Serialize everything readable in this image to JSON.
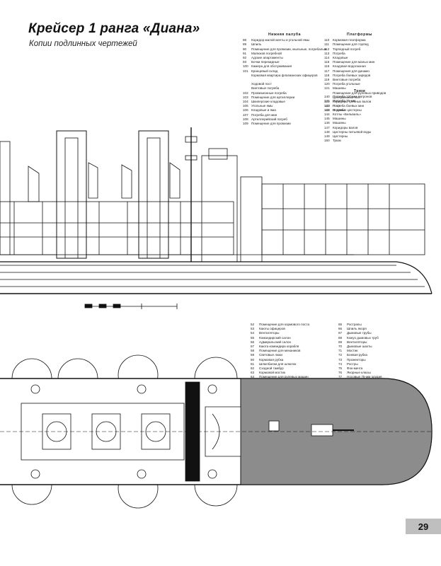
{
  "page": {
    "title": "Крейсер 1 ранга «Диана»",
    "subtitle": "Копии подлинных чертежей",
    "page_number": "29"
  },
  "legend_top_left": {
    "heading": "Нижняя палуба",
    "rows": [
      {
        "n": "88",
        "t": "Коридор малой мачты и угольной ямы"
      },
      {
        "n": "89",
        "t": "Шпиль"
      },
      {
        "n": "90",
        "t": "Помещение для провизии, мыльные, погребальные"
      },
      {
        "n": "91",
        "t": "Малюков погребной"
      },
      {
        "n": "92",
        "t": "Адские апартаменты"
      },
      {
        "n": "93",
        "t": "Бочки перекидные"
      },
      {
        "n": "100",
        "t": "Камера для обслуживания"
      },
      {
        "n": "101",
        "t": "Кранцевый склад"
      },
      {
        "n": "",
        "t": "Кормовая квартира флагманских офицеров"
      },
      {
        "n": "",
        "t": ""
      },
      {
        "n": "",
        "t": "Ходовой пост"
      },
      {
        "n": "",
        "t": "Винтовые погреба"
      },
      {
        "n": "102",
        "t": "Провизионные погреба"
      },
      {
        "n": "103",
        "t": "Помещение для артиллерии"
      },
      {
        "n": "104",
        "t": "Шкиперские кладовые"
      },
      {
        "n": "105",
        "t": "Угольные ямы"
      },
      {
        "n": "106",
        "t": "Кладовые и яма"
      },
      {
        "n": "107",
        "t": "Погреба для мин"
      },
      {
        "n": "108",
        "t": "Артиллерийский погреб"
      },
      {
        "n": "109",
        "t": "Помещение для провизии"
      }
    ]
  },
  "legend_top_right": {
    "heading": "Платформы",
    "rows": [
      {
        "n": "110",
        "t": "Кормовая платформа"
      },
      {
        "n": "111",
        "t": "Помещение для торпед"
      },
      {
        "n": "112",
        "t": "Торпедный погреб"
      },
      {
        "n": "113",
        "t": "Погреба"
      },
      {
        "n": "114",
        "t": "Кладовые"
      },
      {
        "n": "115",
        "t": "Помещение для малых мин"
      },
      {
        "n": "116",
        "t": "Кладовая водолазная"
      },
      {
        "n": "117",
        "t": "Помещения для динамо"
      },
      {
        "n": "118",
        "t": "Погреба боевых зарядов"
      },
      {
        "n": "119",
        "t": "Винтовые погреба"
      },
      {
        "n": "120",
        "t": "Погреба угольные"
      },
      {
        "n": "121",
        "t": "Машины"
      },
      {
        "n": "",
        "t": "Помещение для рулевых приводов"
      },
      {
        "n": "",
        "t": "Центральный пост"
      },
      {
        "n": "122",
        "t": "Коридоры гребных валов"
      },
      {
        "n": "123",
        "t": "Пост"
      },
      {
        "n": "124",
        "t": "Водяные цистерны"
      }
    ]
  },
  "legend_hold": {
    "heading": "Трюм",
    "rows": [
      {
        "n": "140",
        "t": "Погреба 120-мм патронов"
      },
      {
        "n": "141",
        "t": "Погреба 75-мм"
      },
      {
        "n": "142",
        "t": "Погреба боевых мин"
      },
      {
        "n": "143",
        "t": "Погреба"
      },
      {
        "n": "144",
        "t": "Котлы «Бельвиль»"
      },
      {
        "n": "145",
        "t": "Машины"
      },
      {
        "n": "146",
        "t": "Машины"
      },
      {
        "n": "147",
        "t": "Коридоры валов"
      },
      {
        "n": "148",
        "t": "Цистерны питьевой воды"
      },
      {
        "n": "149",
        "t": "Цистерны"
      },
      {
        "n": "150",
        "t": "Трюм"
      }
    ]
  },
  "legend_plan_left": {
    "rows": [
      {
        "n": "52",
        "t": "Помещение для кормового поста"
      },
      {
        "n": "53",
        "t": "Каюты офицеров"
      },
      {
        "n": "54",
        "t": "Вентиляторы"
      },
      {
        "n": "55",
        "t": "Командирский салон"
      },
      {
        "n": "56",
        "t": "Адмиральский салон"
      },
      {
        "n": "57",
        "t": "Каюта командира корабля"
      },
      {
        "n": "58",
        "t": "Помещение для механиков"
      },
      {
        "n": "59",
        "t": "Световые люки"
      },
      {
        "n": "60",
        "t": "Кормовая рубка"
      },
      {
        "n": "61",
        "t": "Шлюпбалки для шлюпок"
      },
      {
        "n": "62",
        "t": "Сходной тамбур"
      },
      {
        "n": "63",
        "t": "Кормовой мостик"
      },
      {
        "n": "64",
        "t": "Помещение для рулевых машин"
      }
    ]
  },
  "legend_plan_right": {
    "rows": [
      {
        "n": "65",
        "t": "Рострапы"
      },
      {
        "n": "66",
        "t": "Шпиль якоря"
      },
      {
        "n": "67",
        "t": "Дымовые трубы"
      },
      {
        "n": "68",
        "t": "Кожух дымовых труб"
      },
      {
        "n": "69",
        "t": "Вентиляторы"
      },
      {
        "n": "70",
        "t": "Дымовые шахты"
      },
      {
        "n": "71",
        "t": "Мостик"
      },
      {
        "n": "72",
        "t": "Боевая рубка"
      },
      {
        "n": "73",
        "t": "Прожекторы"
      },
      {
        "n": "74",
        "t": "Ростры"
      },
      {
        "n": "75",
        "t": "Фок-мачта"
      },
      {
        "n": "76",
        "t": "Якорные клюзы"
      },
      {
        "n": "77",
        "t": "Носовые 75-мм орудия"
      },
      {
        "n": "78",
        "t": "Шпиль"
      }
    ]
  },
  "drawings": {
    "colors": {
      "ink": "#111111",
      "deck": "#8c8c8c",
      "paper": "#ffffff"
    }
  }
}
